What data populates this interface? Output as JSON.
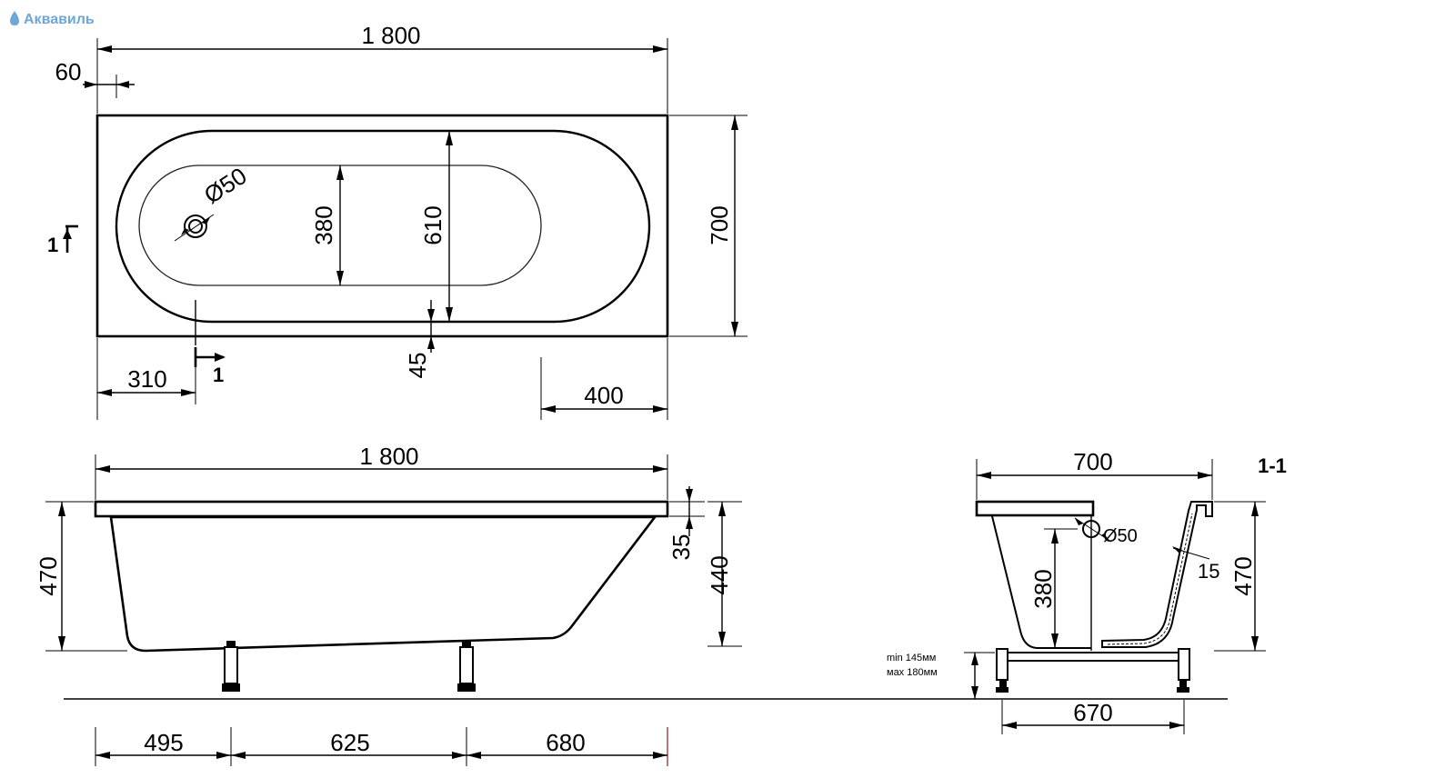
{
  "brand": {
    "name": "Аквавиль",
    "color": "#6fa6d8"
  },
  "top_view": {
    "length": "1 800",
    "rim": "60",
    "drain": "Ø50",
    "inner_width": "380",
    "bowl_width": "610",
    "width": "700",
    "side_rim": "45",
    "drain_offset": "310",
    "end_offset": "400",
    "section_mark": "1"
  },
  "side_view": {
    "length": "1 800",
    "height": "470",
    "rim_thickness": "35",
    "depth": "440",
    "leg1": "495",
    "leg2": "625",
    "leg3": "680"
  },
  "section_view": {
    "title": "1-1",
    "width": "700",
    "drain": "Ø50",
    "wall": "15",
    "drain_height": "380",
    "height": "470",
    "legs_span": "670",
    "leg_min": "min 145мм",
    "leg_max": "мах 180мм"
  }
}
